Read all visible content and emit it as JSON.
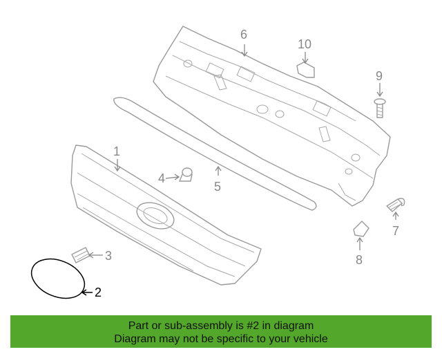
{
  "diagram": {
    "callouts": {
      "c1": "1",
      "c2": "2",
      "c3": "3",
      "c4": "4",
      "c5": "5",
      "c6": "6",
      "c7": "7",
      "c8": "8",
      "c9": "9",
      "c10": "10"
    },
    "highlighted_part": "2",
    "colors": {
      "line_art": "#9a9a9a",
      "highlight": "#000000",
      "banner": "#53a82b"
    }
  },
  "banner": {
    "line1": "Part or sub-assembly is #2 in diagram",
    "line2": "Diagram may not be specific to your vehicle"
  }
}
